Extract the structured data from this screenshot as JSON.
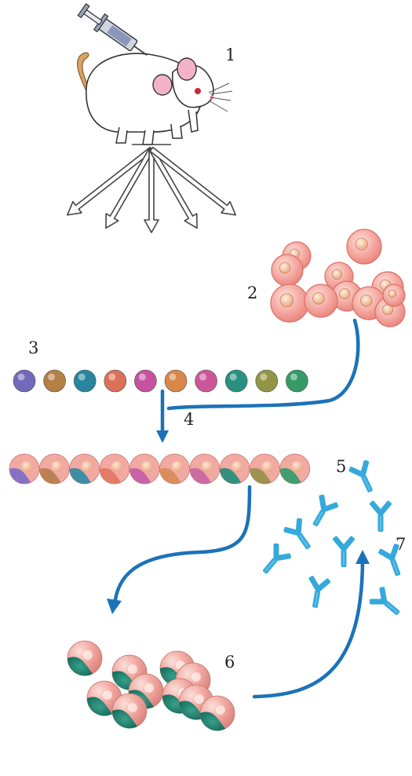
{
  "labels": {
    "step1": "1",
    "step2": "2",
    "step3": "3",
    "step4": "4",
    "step5": "5",
    "step6": "6",
    "step7": "7"
  },
  "colors": {
    "arrow": "#1c72b8",
    "cell_pink": "#f3a6a0",
    "antibody": "#35a9db"
  },
  "myeloma_colors": [
    "#6b62b8",
    "#b07a3c",
    "#1d7f98",
    "#d96a4f",
    "#c24a9a",
    "#d7813f",
    "#c94f94",
    "#1e8c7a",
    "#8f8f3c",
    "#2c9460"
  ],
  "hybridoma_colors": [
    "#7a6cc9",
    "#b67c4a",
    "#2a89a5",
    "#e07660",
    "#c25ba6",
    "#d78a55",
    "#c864a3",
    "#1f8d7a",
    "#939046",
    "#2f9c66"
  ]
}
